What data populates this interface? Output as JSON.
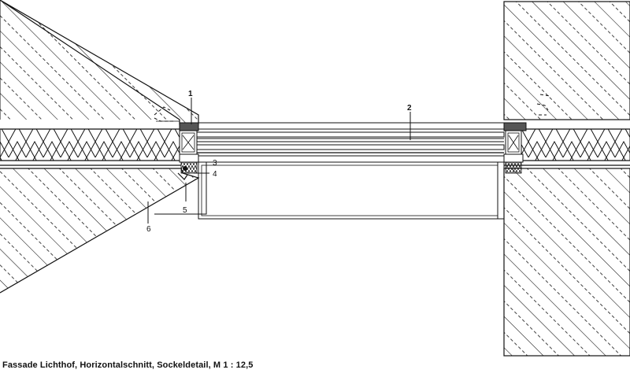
{
  "caption": "Fassade Lichthof, Horizontalschnitt, Sockeldetail, M 1 : 12,5",
  "labels": {
    "l1": "1",
    "l2": "2",
    "l3": "3",
    "l4": "4",
    "l5": "5",
    "l6": "6"
  },
  "materials": {
    "concrete": "hatched-concrete",
    "insulation": "crosshatched-insulation",
    "glazing": "insulated-glazing",
    "seal": "dark-gasket"
  },
  "colors": {
    "line": "#111111",
    "background": "#ffffff",
    "gasket": "#555555"
  }
}
